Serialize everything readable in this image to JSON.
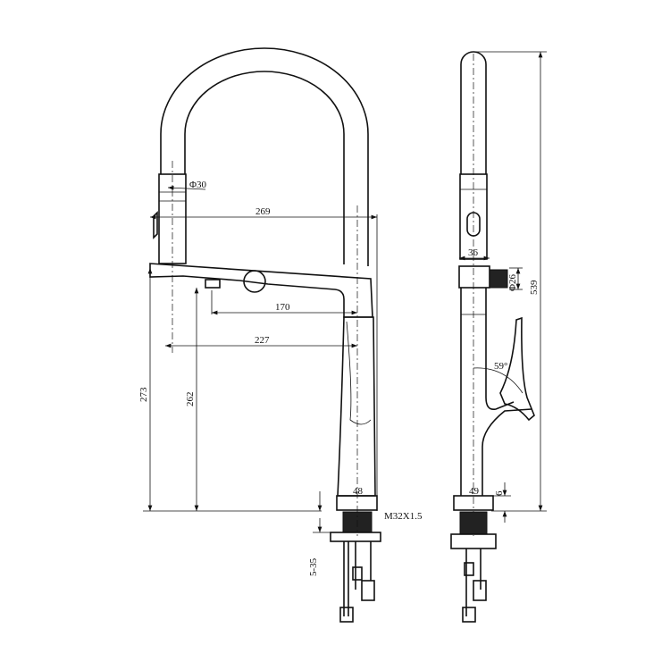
{
  "front_view": {
    "dims": {
      "spray_head_diameter": "Φ30",
      "reach": "269",
      "aerator_to_body": "170",
      "spray_to_body": "227",
      "height_spout_top": "273",
      "height_aerator": "262",
      "base_diameter": "48",
      "thread": "M32X1.5",
      "deck_thickness": "5-35"
    }
  },
  "side_view": {
    "dims": {
      "head_width": "36",
      "knob_diameter": "Φ26",
      "total_height": "539",
      "handle_angle": "59°",
      "base_diameter": "49",
      "base_height": "6"
    }
  }
}
